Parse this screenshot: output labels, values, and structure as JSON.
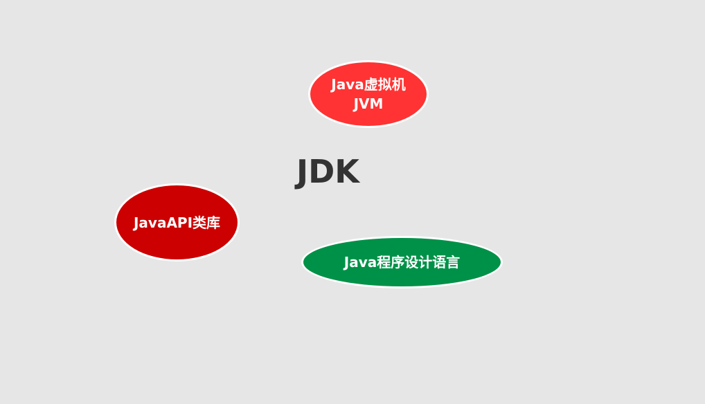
{
  "diagram": {
    "title": "JDK",
    "title_color": "#333333",
    "background": "#e6e6e6",
    "nodes": [
      {
        "id": "jvm",
        "lines": [
          "Java虚拟机",
          "JVM"
        ],
        "color": "#ff3333"
      },
      {
        "id": "api",
        "lines": [
          "JavaAPI类库"
        ],
        "color": "#cc0000"
      },
      {
        "id": "lang",
        "lines": [
          "Java程序设计语言"
        ],
        "color": "#009148"
      }
    ]
  }
}
